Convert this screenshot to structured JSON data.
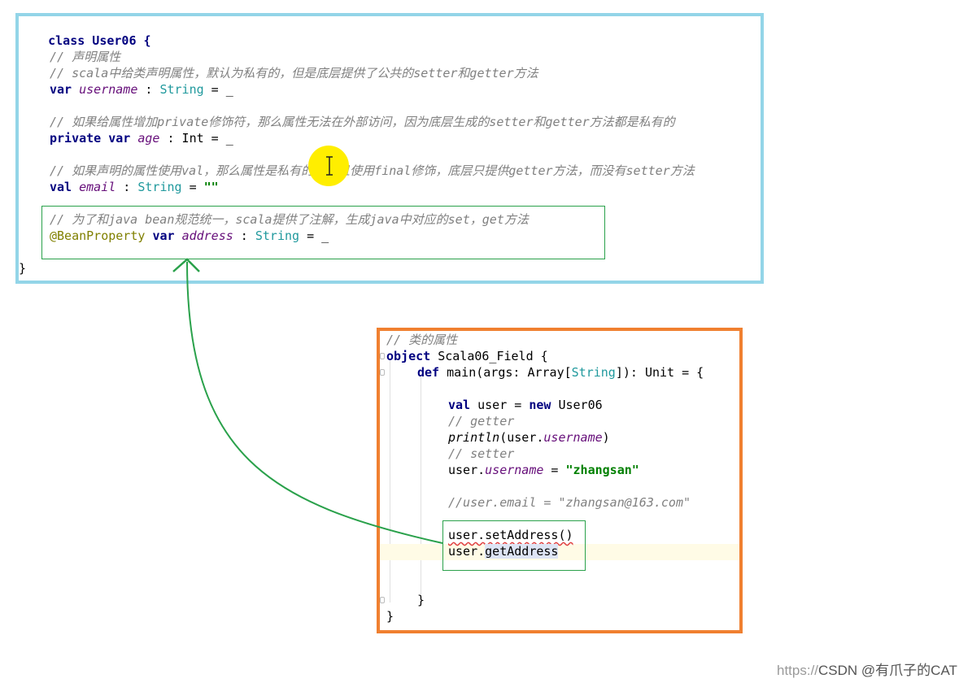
{
  "class_panel": {
    "lines": [
      "class User06 {",
      "// 声明属性",
      "// scala中给类声明属性，默认为私有的，但是底层提供了公共的setter和getter方法",
      "var",
      "username",
      ": ",
      "String",
      " = _",
      "// 如果给属性增加private修饰符，那么属性无法在外部访问，因为底层生成的setter和getter方法都是私有的",
      "private var",
      "age",
      " : Int = _",
      "// 如果声明的属性使用val，那么属性是私有的，并且使用final修饰，底层只提供getter方法，而没有setter方法",
      "val",
      "email",
      " : ",
      "String",
      " = ",
      "\"\"",
      "// 为了和java bean规范统一，scala提供了注解，生成java中对应的set，get方法",
      "@BeanProperty",
      "var",
      "address",
      " : ",
      "String",
      " = _",
      "}"
    ]
  },
  "object_panel": {
    "lines": [
      "// 类的属性",
      "object",
      " Scala06_Field {",
      "def",
      " main(args: Array[",
      "String",
      "]): Unit = {",
      "val",
      " user = ",
      "new",
      " User06",
      "// getter",
      "println",
      "(user.",
      "username",
      ")",
      "// setter",
      "user.",
      "username",
      " = ",
      "\"zhangsan\"",
      "//user.email = \"zhangsan@163.com\"",
      "user.setAddress()",
      "user.",
      "getAddress",
      "}",
      "}"
    ]
  },
  "watermark": {
    "prefix": "https://",
    "text": "CSDN @有爪子的CAT"
  },
  "colors": {
    "class_border": "#93d5e8",
    "object_border": "#f08030",
    "highlight_box": "#2aa14b",
    "arrow": "#2aa14b",
    "cursor": "#ffee00"
  }
}
